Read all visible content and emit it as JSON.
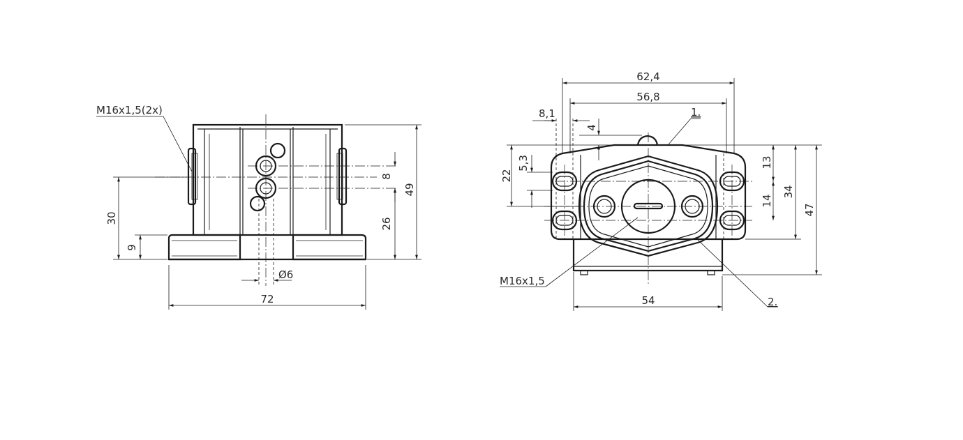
{
  "left_view": {
    "thread_label": "M16x1,5(2x)",
    "dims": {
      "overall_width": "72",
      "hole_diameter": "Ø6",
      "height_total": "49",
      "height_axis": "30",
      "base_height": "9",
      "hole_height": "26",
      "hole_spacing": "8"
    }
  },
  "right_view": {
    "thread_label": "M16x1,5",
    "callout_1": "1.",
    "callout_2": "2.",
    "dims": {
      "width_outer": "62,4",
      "width_inner": "56,8",
      "slot_offset": "8,1",
      "top_offset": "4",
      "slot_size": "5,3",
      "slot_height": "22",
      "slot_to_top": "13",
      "slot_spacing": "14",
      "slot_to_base": "34",
      "height_total": "47",
      "base_width": "54"
    }
  }
}
